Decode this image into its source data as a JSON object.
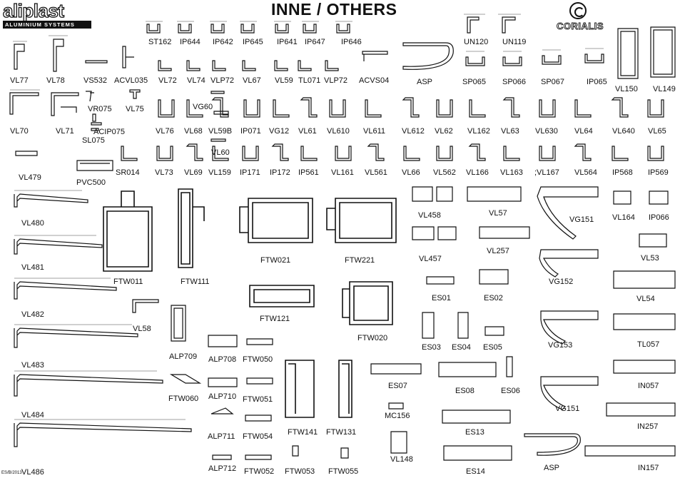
{
  "brand": {
    "logo_text": "aliplast",
    "logo_sub": "ALUMINIUM SYSTEMS",
    "partner": "CORIALIS"
  },
  "title": "INNE / OTHERS",
  "footer_date": "ES/B/2013",
  "profiles": [
    "ST162",
    "IP644",
    "IP642",
    "IP645",
    "IP641",
    "IP647",
    "IP646",
    "UN120",
    "UN119",
    "VL77",
    "VL78",
    "VS532",
    "ACVL035",
    "VL72",
    "VL74",
    "VLP72",
    "VL67",
    "VL59",
    "TL071",
    "VLP72",
    "ACVS04",
    "ASP",
    "SP065",
    "SP066",
    "SP067",
    "IP065",
    "VL150",
    "VL149",
    "VR075",
    "VL75",
    "VG60",
    "VL70",
    "VL71",
    "ACIP075",
    "VL76",
    "VL68",
    "VL59B",
    "IP071",
    "VG12",
    "VL61",
    "VL610",
    "VL611",
    "VL612",
    "VL62",
    "VL162",
    "VL63",
    "VL630",
    "VL64",
    "VL640",
    "VL65",
    "SL075",
    "VL60",
    "VL479",
    "PVC500",
    "SR014",
    "VL73",
    "VL69",
    "VL159",
    "IP171",
    "IP172",
    "IP561",
    "VL161",
    "VL561",
    "VL66",
    "VL562",
    "VL166",
    "VL163",
    ";VL167",
    "VL564",
    "IP568",
    "IP569",
    "VL458",
    "VL57",
    "VG151",
    "VL164",
    "IP066",
    "VL480",
    "FTW021",
    "FTW221",
    "VL457",
    "VL257",
    "VL53",
    "VL481",
    "FTW011",
    "FTW111",
    "VG152",
    "ES01",
    "ES02",
    "VL54",
    "VL482",
    "FTW121",
    "VL58",
    "FTW020",
    "ES03",
    "ES04",
    "ES05",
    "VG153",
    "TL057",
    "VL483",
    "ALP709",
    "ALP708",
    "FTW050",
    "ES07",
    "ES08",
    "ES06",
    "IN057",
    "FTW060",
    "ALP710",
    "FTW051",
    "MC156",
    "VG151",
    "IN257",
    "VL484",
    "ALP711",
    "FTW054",
    "FTW141",
    "FTW131",
    "ES13",
    "VL148",
    "VL486",
    "ALP712",
    "FTW052",
    "FTW053",
    "FTW055",
    "ES14",
    "ASP",
    "IN157"
  ]
}
